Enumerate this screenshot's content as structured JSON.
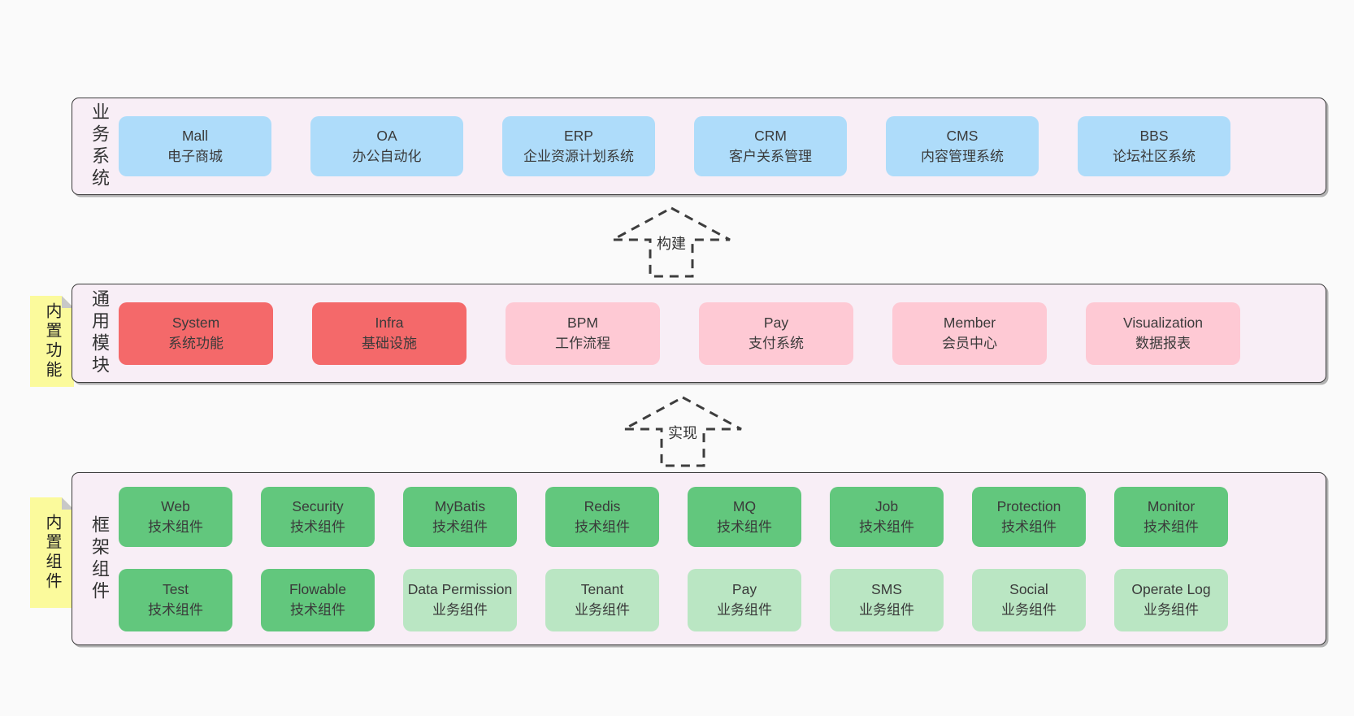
{
  "colors": {
    "page_bg": "#fafafa",
    "container_bg": "#f8eef6",
    "container_border": "#3c3c3c",
    "blue": "#aedcfa",
    "red": "#f4696a",
    "pink": "#fec9d4",
    "green": "#62c77d",
    "light_green": "#bae6c3",
    "sticky_yellow": "#fbfa9c",
    "fold_gray": "#c8c8c8",
    "text": "#3a3a3a"
  },
  "arrows": [
    {
      "label": "构建"
    },
    {
      "label": "实现"
    }
  ],
  "layers": [
    {
      "label": "业务系统",
      "boxes": [
        {
          "title": "Mall",
          "subtitle": "电子商城",
          "variant": "blue"
        },
        {
          "title": "OA",
          "subtitle": "办公自动化",
          "variant": "blue"
        },
        {
          "title": "ERP",
          "subtitle": "企业资源计划系统",
          "variant": "blue"
        },
        {
          "title": "CRM",
          "subtitle": "客户关系管理",
          "variant": "blue"
        },
        {
          "title": "CMS",
          "subtitle": "内容管理系统",
          "variant": "blue"
        },
        {
          "title": "BBS",
          "subtitle": "论坛社区系统",
          "variant": "blue"
        }
      ]
    },
    {
      "label": "通用模块",
      "sticky": "内置功能",
      "boxes": [
        {
          "title": "System",
          "subtitle": "系统功能",
          "variant": "red"
        },
        {
          "title": "Infra",
          "subtitle": "基础设施",
          "variant": "red"
        },
        {
          "title": "BPM",
          "subtitle": "工作流程",
          "variant": "pink"
        },
        {
          "title": "Pay",
          "subtitle": "支付系统",
          "variant": "pink"
        },
        {
          "title": "Member",
          "subtitle": "会员中心",
          "variant": "pink"
        },
        {
          "title": "Visualization",
          "subtitle": "数据报表",
          "variant": "pink"
        }
      ]
    },
    {
      "label": "框架组件",
      "sticky": "内置组件",
      "rows": [
        [
          {
            "title": "Web",
            "subtitle": "技术组件",
            "variant": "green"
          },
          {
            "title": "Security",
            "subtitle": "技术组件",
            "variant": "green"
          },
          {
            "title": "MyBatis",
            "subtitle": "技术组件",
            "variant": "green"
          },
          {
            "title": "Redis",
            "subtitle": "技术组件",
            "variant": "green"
          },
          {
            "title": "MQ",
            "subtitle": "技术组件",
            "variant": "green"
          },
          {
            "title": "Job",
            "subtitle": "技术组件",
            "variant": "green"
          },
          {
            "title": "Protection",
            "subtitle": "技术组件",
            "variant": "green"
          },
          {
            "title": "Monitor",
            "subtitle": "技术组件",
            "variant": "green"
          }
        ],
        [
          {
            "title": "Test",
            "subtitle": "技术组件",
            "variant": "green"
          },
          {
            "title": "Flowable",
            "subtitle": "技术组件",
            "variant": "green"
          },
          {
            "title": "Data Permission",
            "subtitle": "业务组件",
            "variant": "light-green"
          },
          {
            "title": "Tenant",
            "subtitle": "业务组件",
            "variant": "light-green"
          },
          {
            "title": "Pay",
            "subtitle": "业务组件",
            "variant": "light-green"
          },
          {
            "title": "SMS",
            "subtitle": "业务组件",
            "variant": "light-green"
          },
          {
            "title": "Social",
            "subtitle": "业务组件",
            "variant": "light-green"
          },
          {
            "title": "Operate Log",
            "subtitle": "业务组件",
            "variant": "light-green"
          }
        ]
      ]
    }
  ]
}
